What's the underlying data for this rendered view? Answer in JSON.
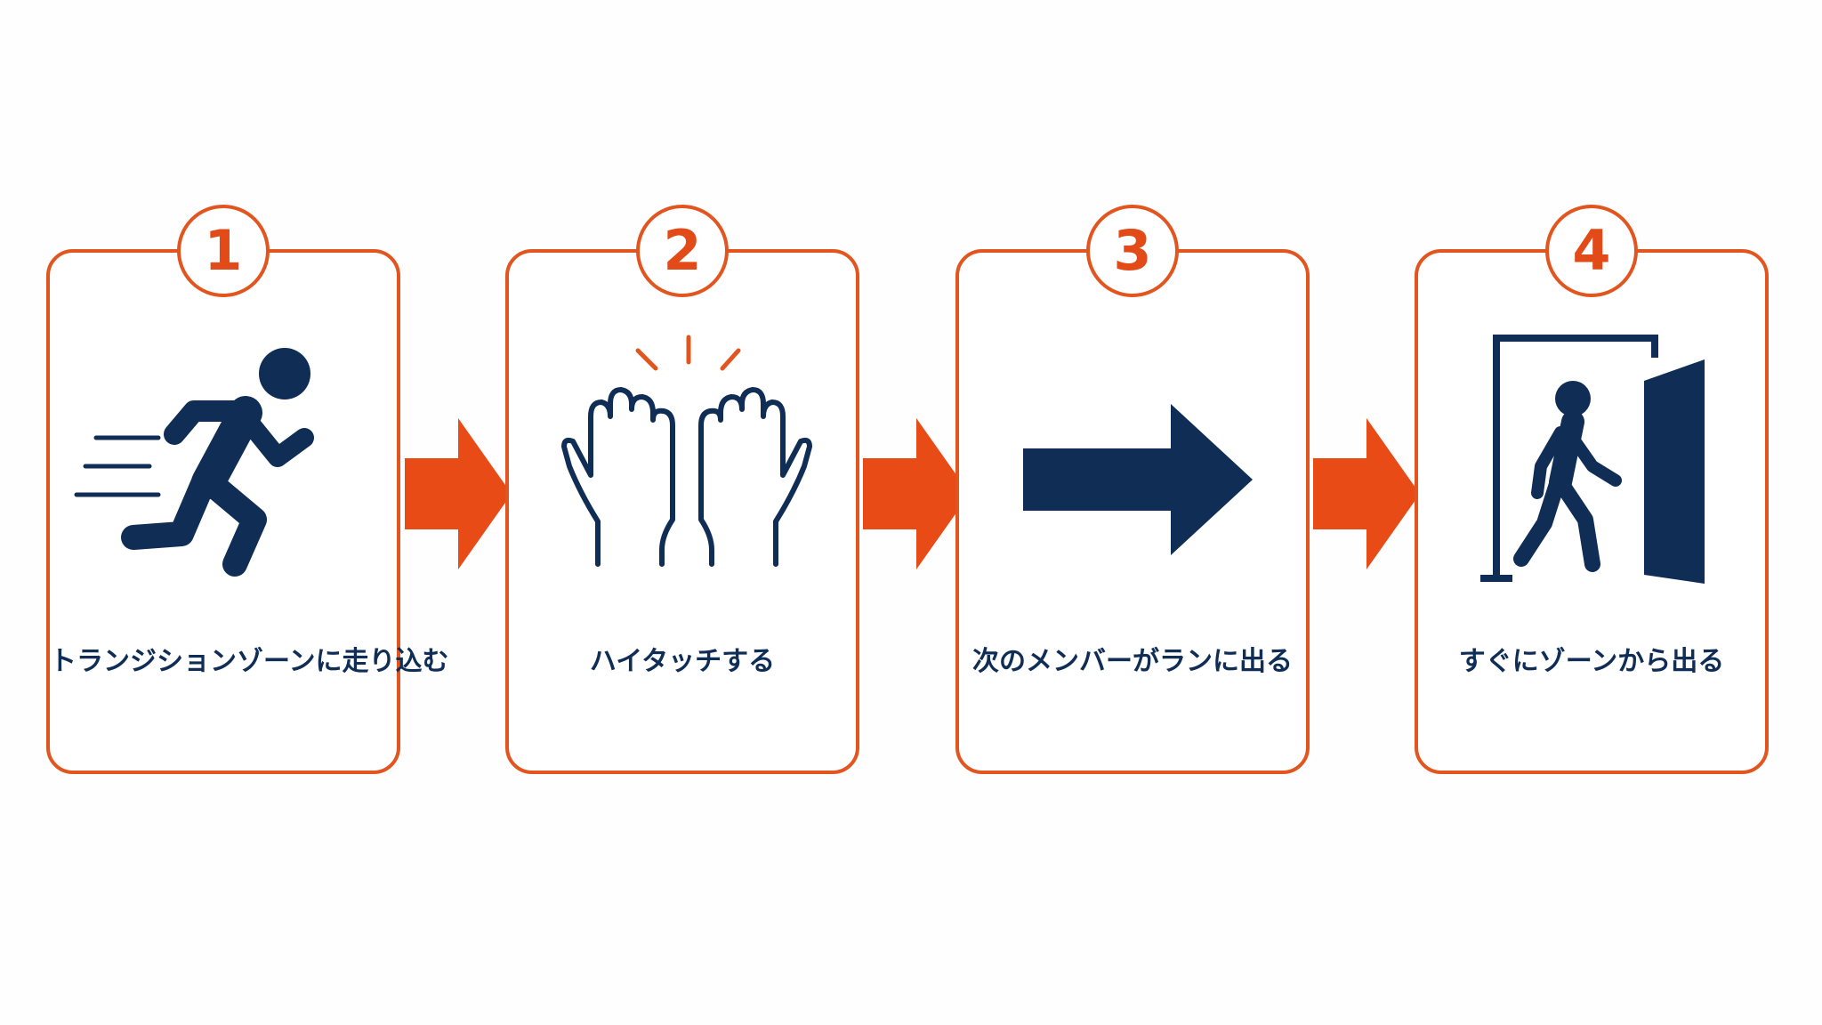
{
  "colors": {
    "accent": "#e2551f",
    "icon": "#0f2d55",
    "background": "#ffffff"
  },
  "steps": [
    {
      "number": "1",
      "label": "トランジションゾーンに走り込む",
      "icon": "running-person-icon"
    },
    {
      "number": "2",
      "label": "ハイタッチする",
      "icon": "high-five-hands-icon"
    },
    {
      "number": "3",
      "label": "次のメンバーがランに出る",
      "icon": "right-arrow-icon"
    },
    {
      "number": "4",
      "label": "すぐにゾーンから出る",
      "icon": "exit-door-icon"
    }
  ]
}
